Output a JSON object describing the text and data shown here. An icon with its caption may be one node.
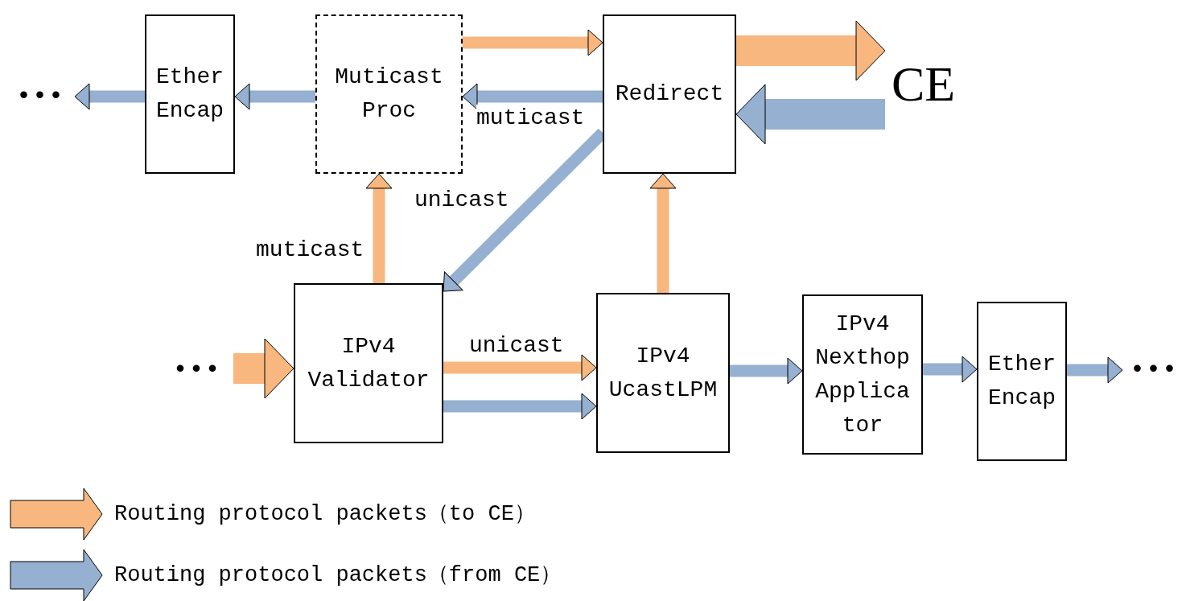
{
  "diagram": {
    "nodes": [
      {
        "text": [
          "Ether Encap"
        ]
      },
      {
        "text": [
          "Muticast Proc"
        ]
      },
      {
        "text": [
          "Redirect"
        ]
      },
      {
        "text": [
          "IPv4 Validator"
        ]
      },
      {
        "text": [
          "IPv4 UcastLPM"
        ]
      },
      {
        "text": [
          "IPv4 Nexthop Applicator"
        ]
      },
      {
        "text": [
          "Ether Encap"
        ]
      },
      {
        "text": [
          "•••"
        ]
      },
      {
        "text": [
          "•••"
        ]
      },
      {
        "text": [
          "•••"
        ]
      },
      {
        "text": [
          "CE"
        ]
      }
    ],
    "edges": [
      {
        "from": 1,
        "to": 2,
        "arrow": "to",
        "color": "#f7b77e"
      },
      {
        "from": 2,
        "to": 1,
        "arrow": "to",
        "label": "muticast",
        "color": "#95b0d0"
      },
      {
        "from": 1,
        "to": 0,
        "arrow": "to",
        "color": "#95b0d0"
      },
      {
        "from": 0,
        "to": 7,
        "arrow": "to",
        "color": "#95b0d0"
      },
      {
        "from": 2,
        "to": 10,
        "arrow": "to",
        "style": "thick",
        "color": "#f7b77e"
      },
      {
        "from": 10,
        "to": 2,
        "arrow": "to",
        "style": "thick",
        "color": "#95b0d0"
      },
      {
        "from": 2,
        "to": 3,
        "arrow": "to",
        "label": "unicast",
        "color": "#95b0d0"
      },
      {
        "from": 3,
        "to": 1,
        "arrow": "to",
        "label": "muticast",
        "color": "#f7b77e"
      },
      {
        "from": 4,
        "to": 2,
        "arrow": "to",
        "color": "#f7b77e"
      },
      {
        "from": 8,
        "to": 3,
        "arrow": "to",
        "style": "thick",
        "color": "#f7b77e"
      },
      {
        "from": 3,
        "to": 4,
        "arrow": "to",
        "label": "unicast",
        "color": "#f7b77e"
      },
      {
        "from": 3,
        "to": 4,
        "arrow": "to",
        "color": "#95b0d0"
      },
      {
        "from": 4,
        "to": 5,
        "arrow": "to",
        "color": "#95b0d0"
      },
      {
        "from": 5,
        "to": 6,
        "arrow": "to",
        "color": "#95b0d0"
      },
      {
        "from": 6,
        "to": 9,
        "arrow": "to",
        "color": "#95b0d0"
      }
    ],
    "legend": [
      {
        "text": "Routing protocol packets（to CE）",
        "color": "#f7b77e"
      },
      {
        "text": "Routing protocol packets（from CE）",
        "color": "#95b0d0"
      }
    ]
  }
}
